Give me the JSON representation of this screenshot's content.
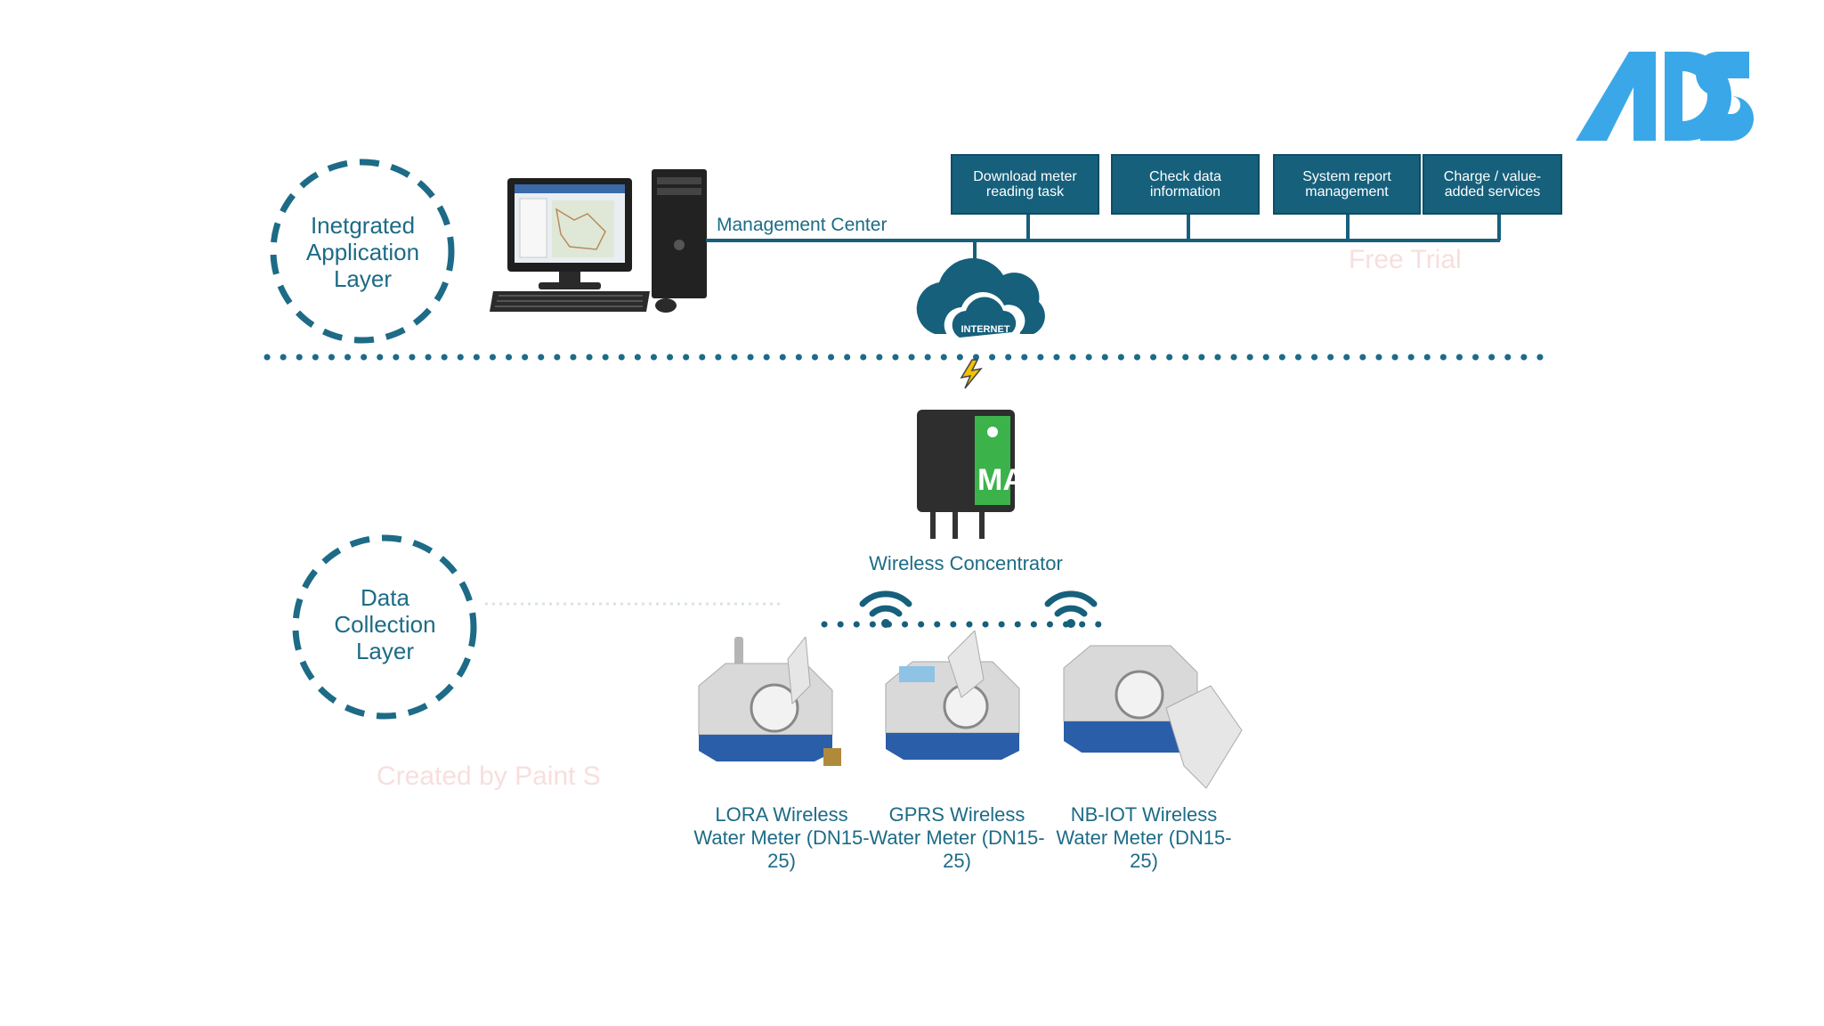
{
  "logo": {
    "text": "ADS",
    "color": "#3aa8e8"
  },
  "layers": {
    "application": "Inetgrated\nApplication\nLayer",
    "collection": "Data\nCollection\nLayer"
  },
  "management_center": {
    "label": "Management Center"
  },
  "functions": [
    {
      "label": "Download meter reading task"
    },
    {
      "label": "Check data information"
    },
    {
      "label": "System report management"
    },
    {
      "label": "Charge / value-added services"
    }
  ],
  "cloud": {
    "label": "INTERNET"
  },
  "concentrator": {
    "label": "Wireless Concentrator",
    "screen": "MA"
  },
  "meters": [
    {
      "label": "LORA Wireless Water Meter (DN15-25)"
    },
    {
      "label": "GPRS Wireless Water Meter (DN15-25)"
    },
    {
      "label": "NB-IOT Wireless Water Meter (DN15-25)"
    }
  ],
  "watermarks": {
    "top": "Free Trial",
    "bottom": "Created by Paint S"
  },
  "colors": {
    "primary": "#16607c",
    "text": "#1d6b86",
    "dash": "#1d6b86"
  }
}
